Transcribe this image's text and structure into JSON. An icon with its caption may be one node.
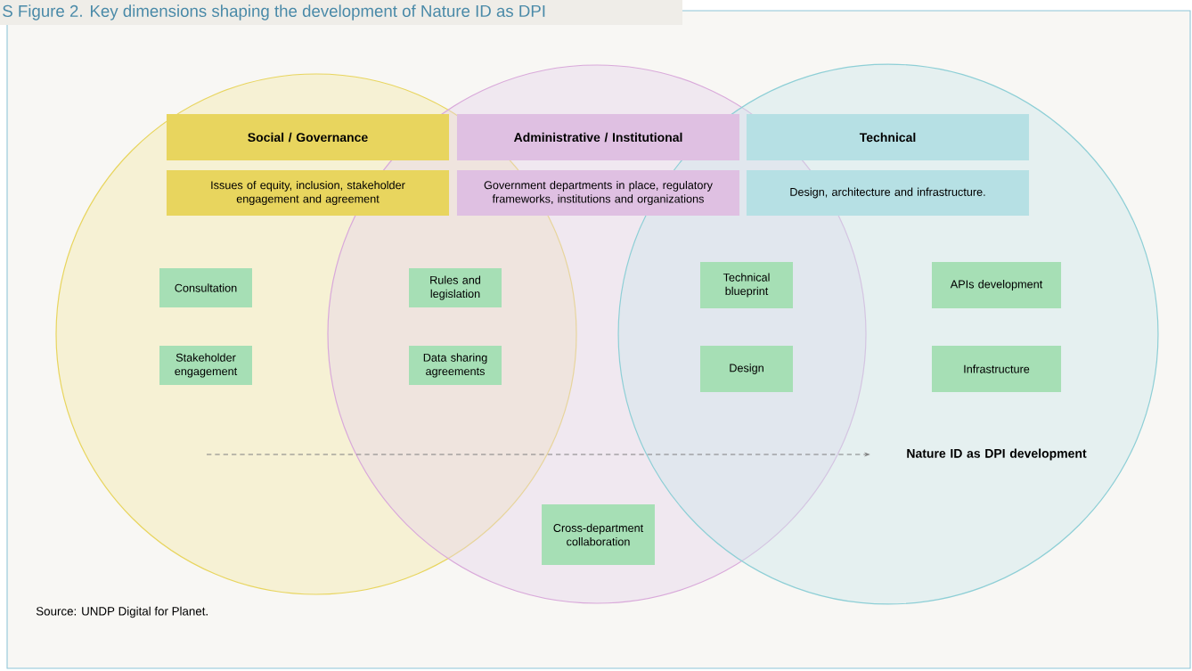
{
  "diagram": {
    "title": "S Figure 2. Key dimensions shaping the development of Nature ID as DPI",
    "caption": "Source: UNDP Digital for Planet.",
    "nodes": [
      {
        "text": [
          "Social / Governance"
        ]
      },
      {
        "text": [
          "Administrative / Institutional"
        ]
      },
      {
        "text": [
          "Technical"
        ]
      },
      {
        "text": [
          "Issues of equity, inclusion, stakeholder engagement and agreement"
        ]
      },
      {
        "text": [
          "Government departments in place, regulatory frameworks, institutions and organizations"
        ]
      },
      {
        "text": [
          "Design, architecture and infrastructure."
        ]
      },
      {
        "text": [
          "Consultation"
        ]
      },
      {
        "text": [
          "Rules and legislation"
        ]
      },
      {
        "text": [
          "Technical blueprint"
        ]
      },
      {
        "text": [
          "APIs development"
        ]
      },
      {
        "text": [
          "Stakeholder engagement"
        ]
      },
      {
        "text": [
          "Data sharing agreements"
        ]
      },
      {
        "text": [
          "Design"
        ]
      },
      {
        "text": [
          "Infrastructure"
        ]
      },
      {
        "text": [
          "Cross-department collaboration"
        ]
      },
      {
        "text": [
          "Nature ID as DPI development"
        ]
      }
    ],
    "edges": [
      {
        "from": null,
        "to": 15,
        "arrow": "to",
        "style": "dashed"
      }
    ]
  }
}
